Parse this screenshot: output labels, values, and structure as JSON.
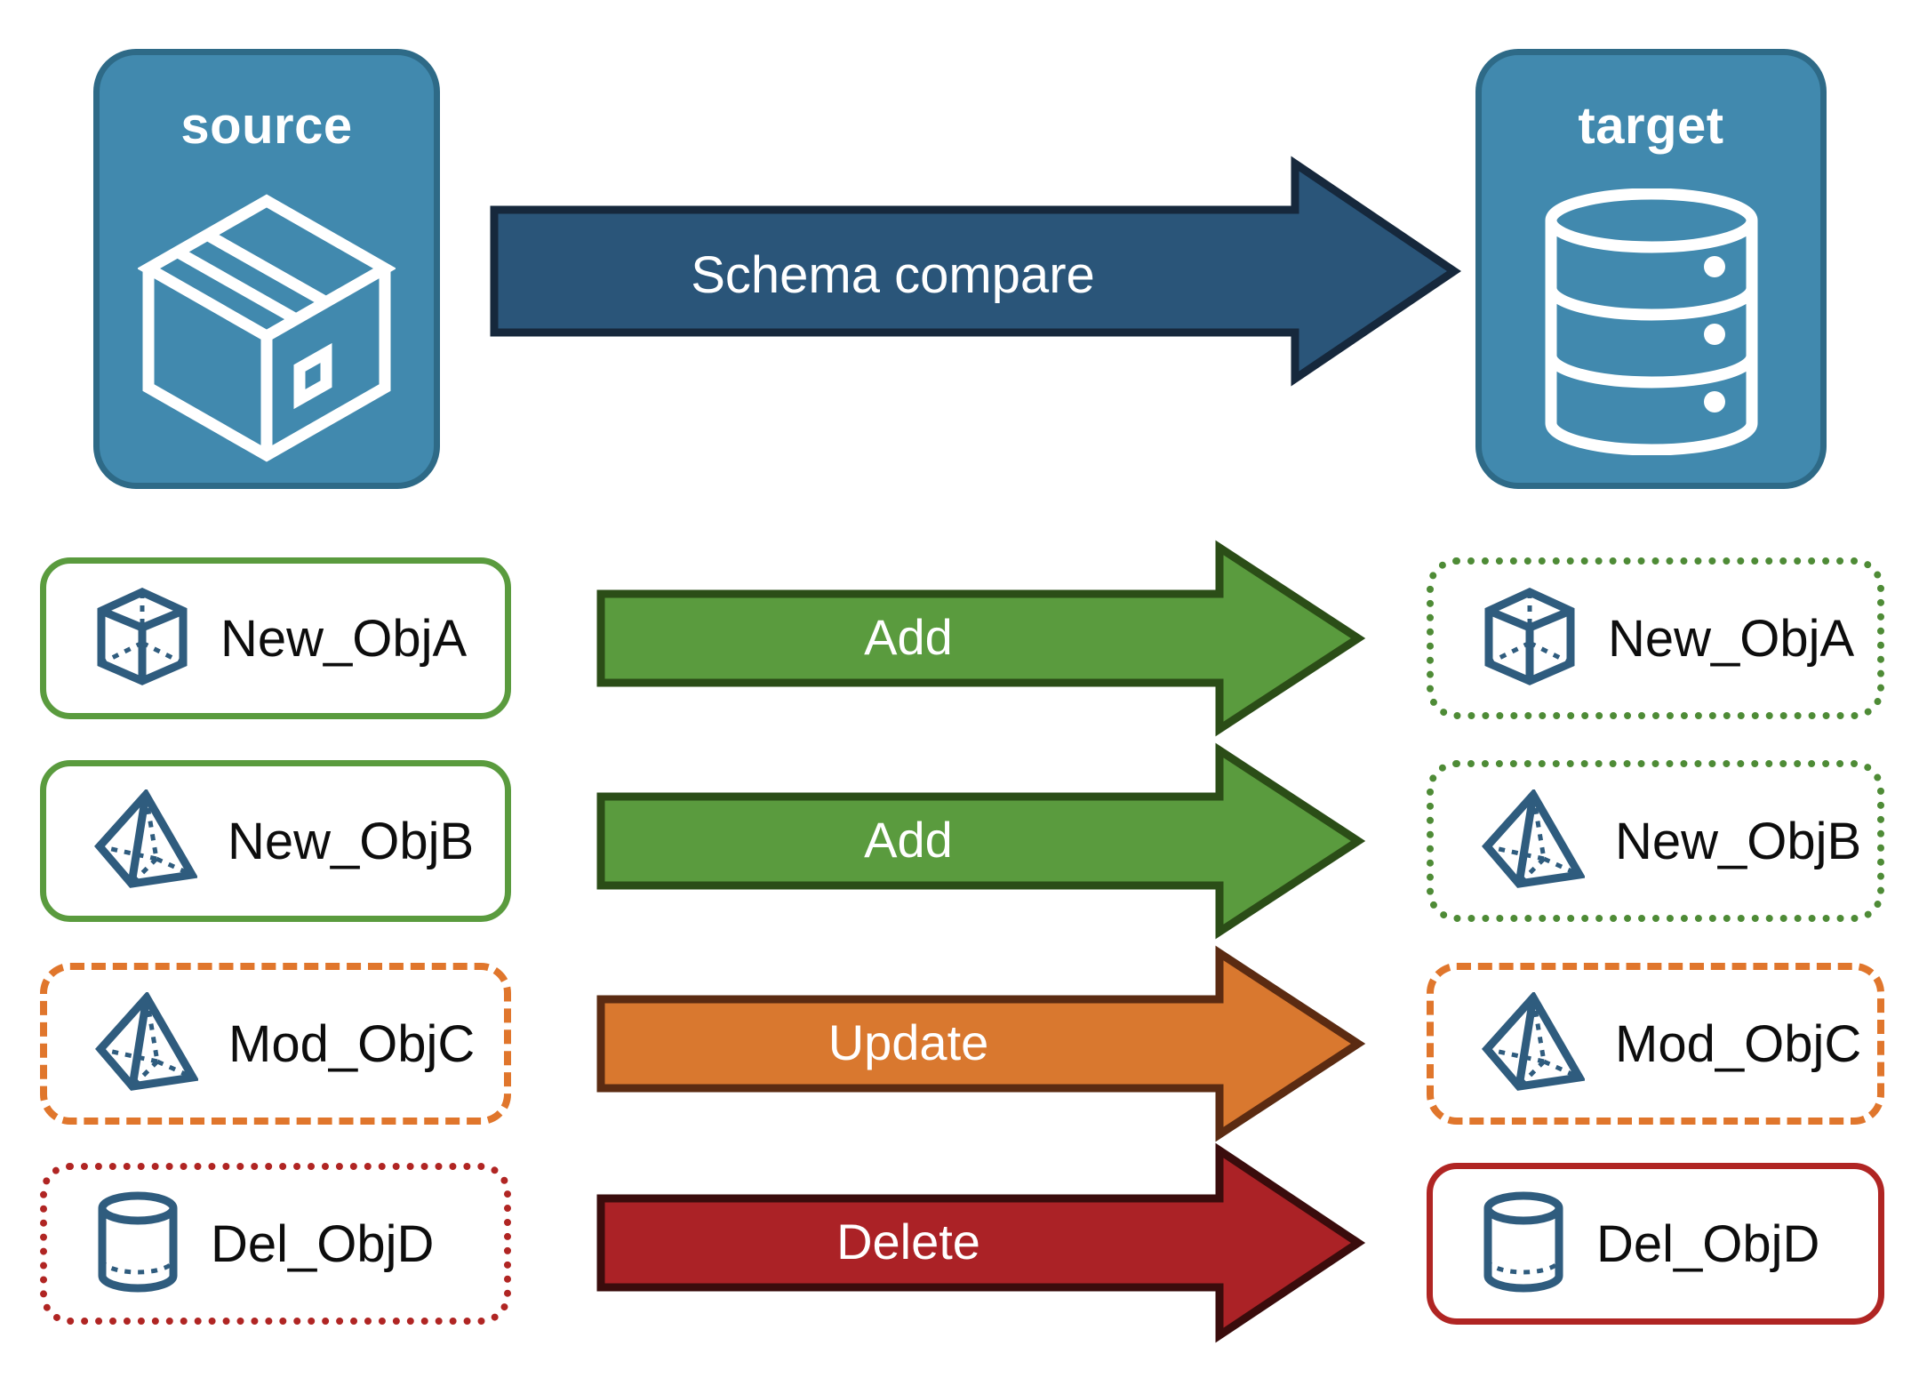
{
  "diagram": {
    "title_hidden": "Schema compare source to target",
    "colors": {
      "panel_fill": "#4189AE",
      "panel_border": "#2E6A87",
      "compare_arrow_fill": "#2A5579",
      "compare_arrow_border": "#16283C",
      "add_fill": "#5A9B3E",
      "add_border": "#2B4D17",
      "update_fill": "#D9782F",
      "update_border": "#5B2B12",
      "delete_fill": "#AB2226",
      "delete_border": "#3A0C0C",
      "icon_blue": "#2F5C7E",
      "green_dotted": "#4E8B36",
      "orange_dashed": "#E0762C",
      "red": "#B02523",
      "label_text": "#0d0d0d",
      "arrow_text": "#ffffff"
    }
  },
  "endpoints": {
    "source": {
      "label": "source",
      "icon": "package-box-icon"
    },
    "target": {
      "label": "target",
      "icon": "database-cylinder-icon"
    }
  },
  "compare_arrow": {
    "label": "Schema compare",
    "direction": "right"
  },
  "rows": [
    {
      "source": {
        "label": "New_ObjA",
        "icon": "cube-object-icon",
        "border_style": "solid",
        "border_color": "#5A9B3E"
      },
      "action": {
        "label": "Add",
        "fill": "#5A9B3E",
        "border": "#2B4D17"
      },
      "target": {
        "label": "New_ObjA",
        "icon": "cube-object-icon",
        "border_style": "dotted",
        "border_color": "#4E8B36"
      }
    },
    {
      "source": {
        "label": "New_ObjB",
        "icon": "pyramid-object-icon",
        "border_style": "solid",
        "border_color": "#5A9B3E"
      },
      "action": {
        "label": "Add",
        "fill": "#5A9B3E",
        "border": "#2B4D17"
      },
      "target": {
        "label": "New_ObjB",
        "icon": "pyramid-object-icon",
        "border_style": "dotted",
        "border_color": "#4E8B36"
      }
    },
    {
      "source": {
        "label": "Mod_ObjC",
        "icon": "pyramid-object-icon",
        "border_style": "dashed",
        "border_color": "#E0762C"
      },
      "action": {
        "label": "Update",
        "fill": "#D9782F",
        "border": "#5B2B12"
      },
      "target": {
        "label": "Mod_ObjC",
        "icon": "pyramid-object-icon",
        "border_style": "dashed",
        "border_color": "#E0762C"
      }
    },
    {
      "source": {
        "label": "Del_ObjD",
        "icon": "cylinder-object-icon",
        "border_style": "dotted",
        "border_color": "#B02523"
      },
      "action": {
        "label": "Delete",
        "fill": "#AB2226",
        "border": "#3A0C0C"
      },
      "target": {
        "label": "Del_ObjD",
        "icon": "cylinder-object-icon",
        "border_style": "solid",
        "border_color": "#B02523"
      }
    }
  ]
}
